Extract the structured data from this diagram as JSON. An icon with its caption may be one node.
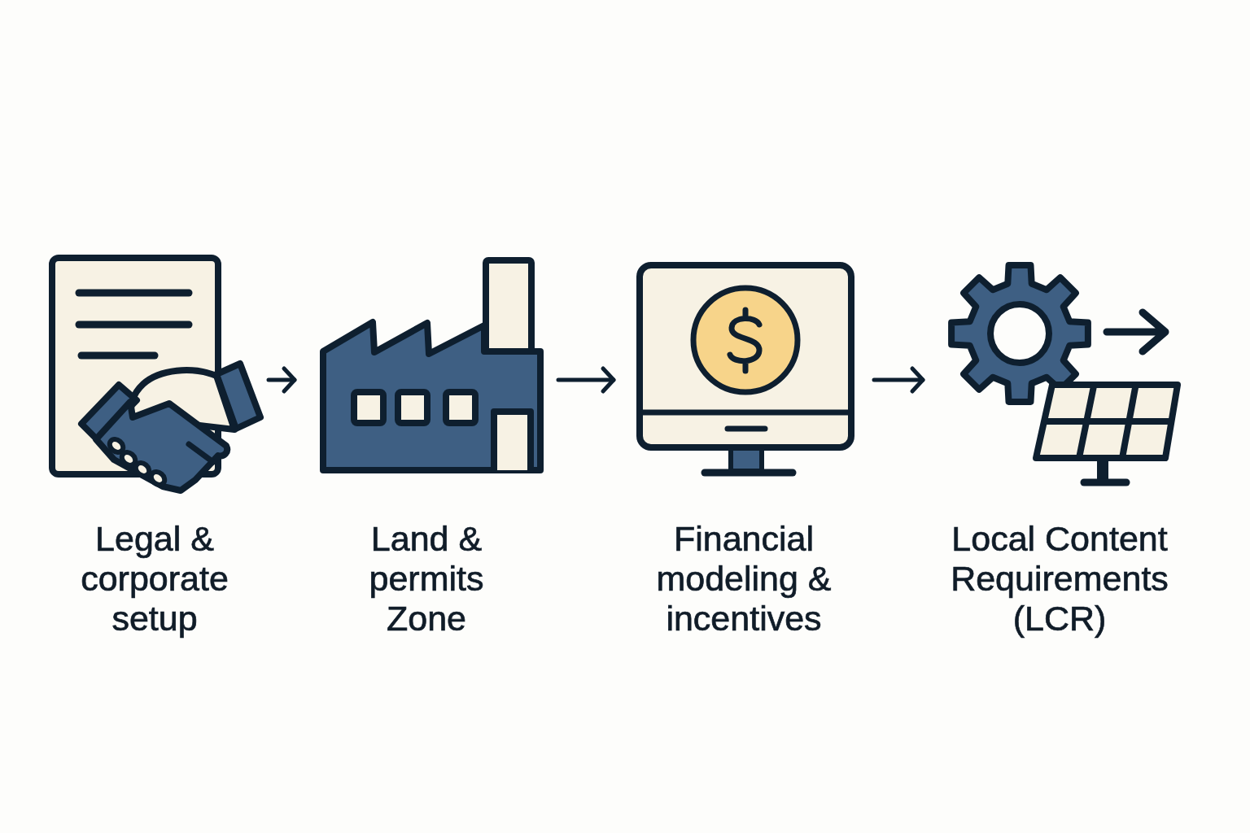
{
  "diagram": {
    "nodes": [
      {
        "text": [
          "Legal & corporate setup"
        ]
      },
      {
        "text": [
          "Land & permits Zone"
        ]
      },
      {
        "text": [
          "Financial modeling & incentives"
        ]
      },
      {
        "text": [
          "Local Content Requirements (LCR)"
        ]
      }
    ],
    "edges": [
      {
        "from": 0,
        "to": 1,
        "arrow": "to"
      },
      {
        "from": 1,
        "to": 2,
        "arrow": "to"
      },
      {
        "from": 2,
        "to": 3,
        "arrow": "to"
      }
    ]
  }
}
